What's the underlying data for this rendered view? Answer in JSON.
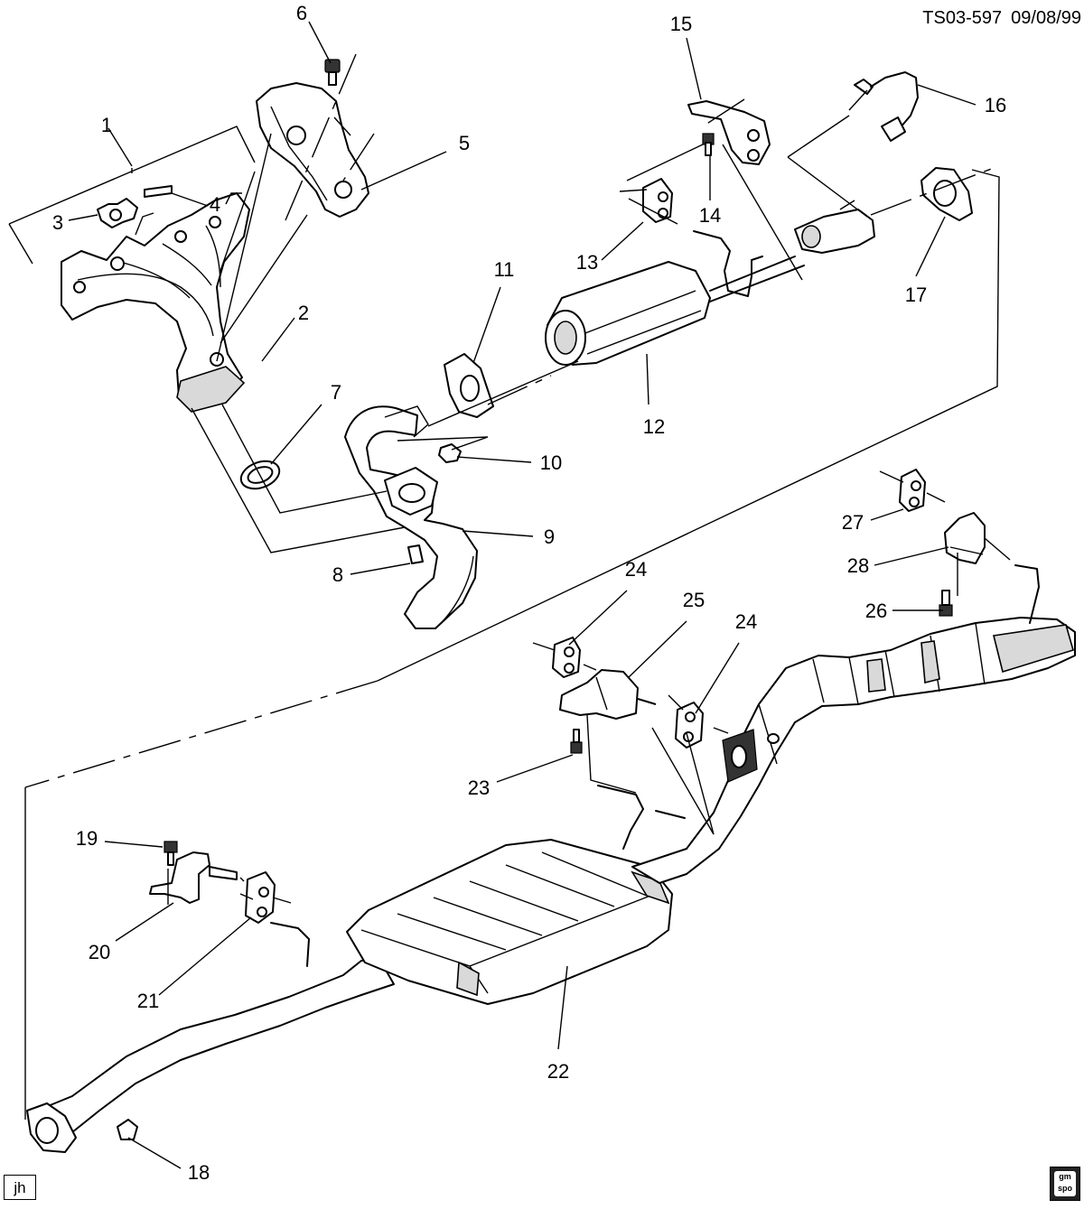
{
  "header": {
    "drawing_id": "TS03-597",
    "date": "09/08/99"
  },
  "footer": {
    "initials": "jh",
    "logo_text": "gm spo"
  },
  "callouts": {
    "c1": "1",
    "c2": "2",
    "c3": "3",
    "c4": "4",
    "c5": "5",
    "c6": "6",
    "c7": "7",
    "c8": "8",
    "c9": "9",
    "c10": "10",
    "c11": "11",
    "c12": "12",
    "c13": "13",
    "c14": "14",
    "c15": "15",
    "c16": "16",
    "c17": "17",
    "c18": "18",
    "c19": "19",
    "c20": "20",
    "c21": "21",
    "c22": "22",
    "c23": "23",
    "c24a": "24",
    "c24b": "24",
    "c25": "25",
    "c26": "26",
    "c27": "27",
    "c28": "28"
  }
}
